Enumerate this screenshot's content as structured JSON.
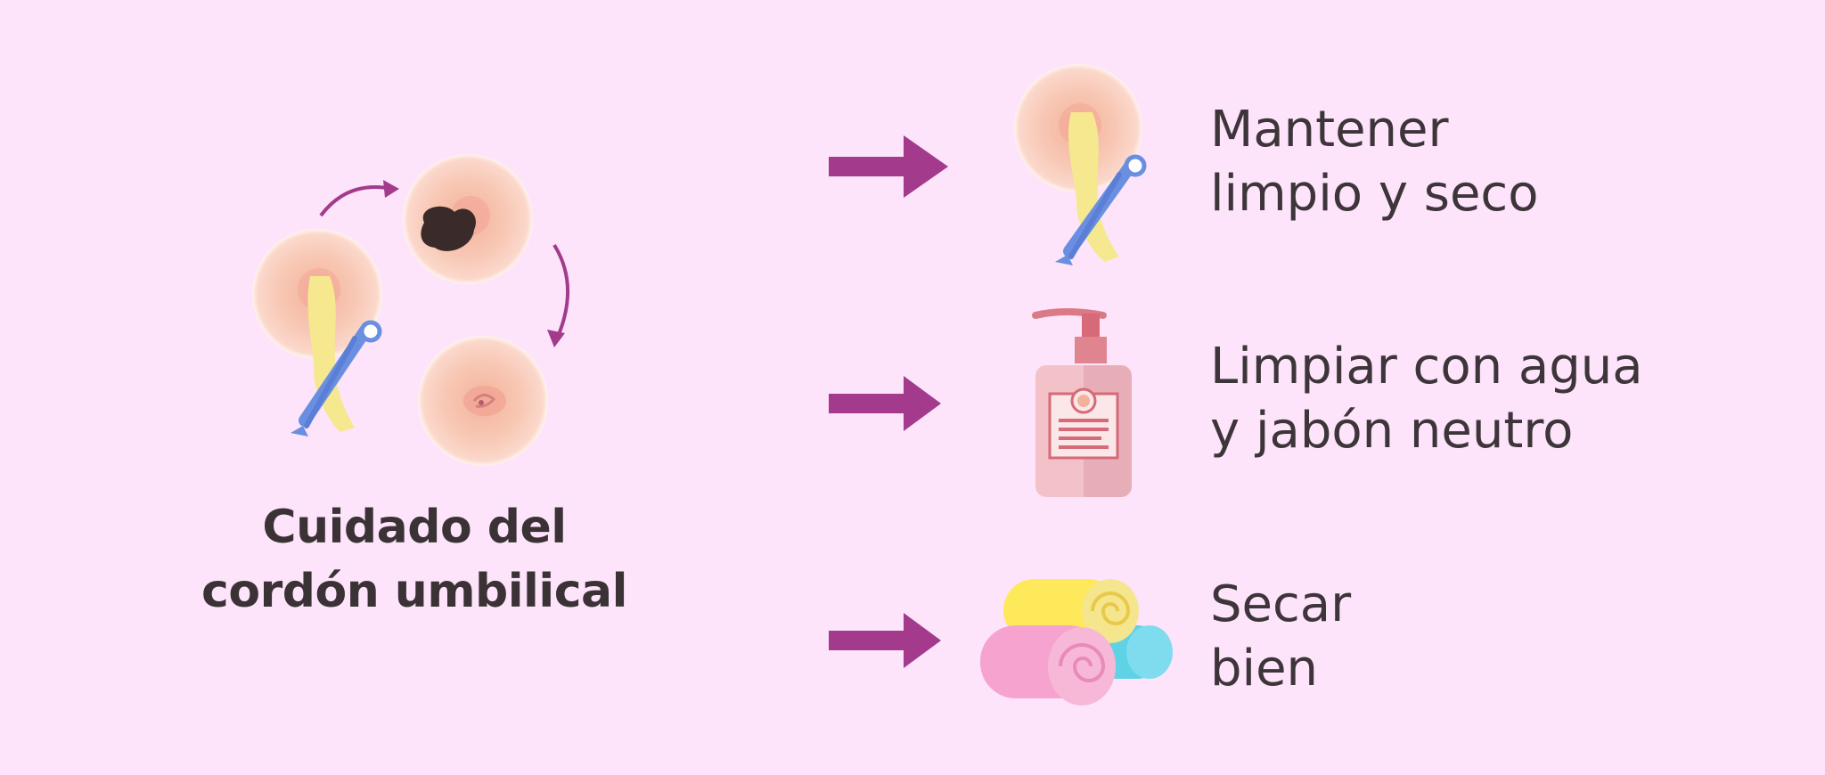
{
  "title": {
    "line1": "Cuidado del",
    "line2": "cordón umbilical"
  },
  "steps": [
    {
      "icon": "clamped-cord-icon",
      "line1": "Mantener",
      "line2": "limpio y seco"
    },
    {
      "icon": "soap-bottle-icon",
      "line1": "Limpiar con agua",
      "line2": "y jabón neutro"
    },
    {
      "icon": "rolled-towels-icon",
      "line1": "Secar",
      "line2": "bien"
    }
  ],
  "colors": {
    "background": "#fde4fb",
    "arrow": "#a33a8c",
    "text": "#3d3539",
    "clamp": "#6a8fe0",
    "cord": "#f5e890",
    "skin": "#f8c9b6",
    "soap_bottle": "#e8aeb7"
  }
}
